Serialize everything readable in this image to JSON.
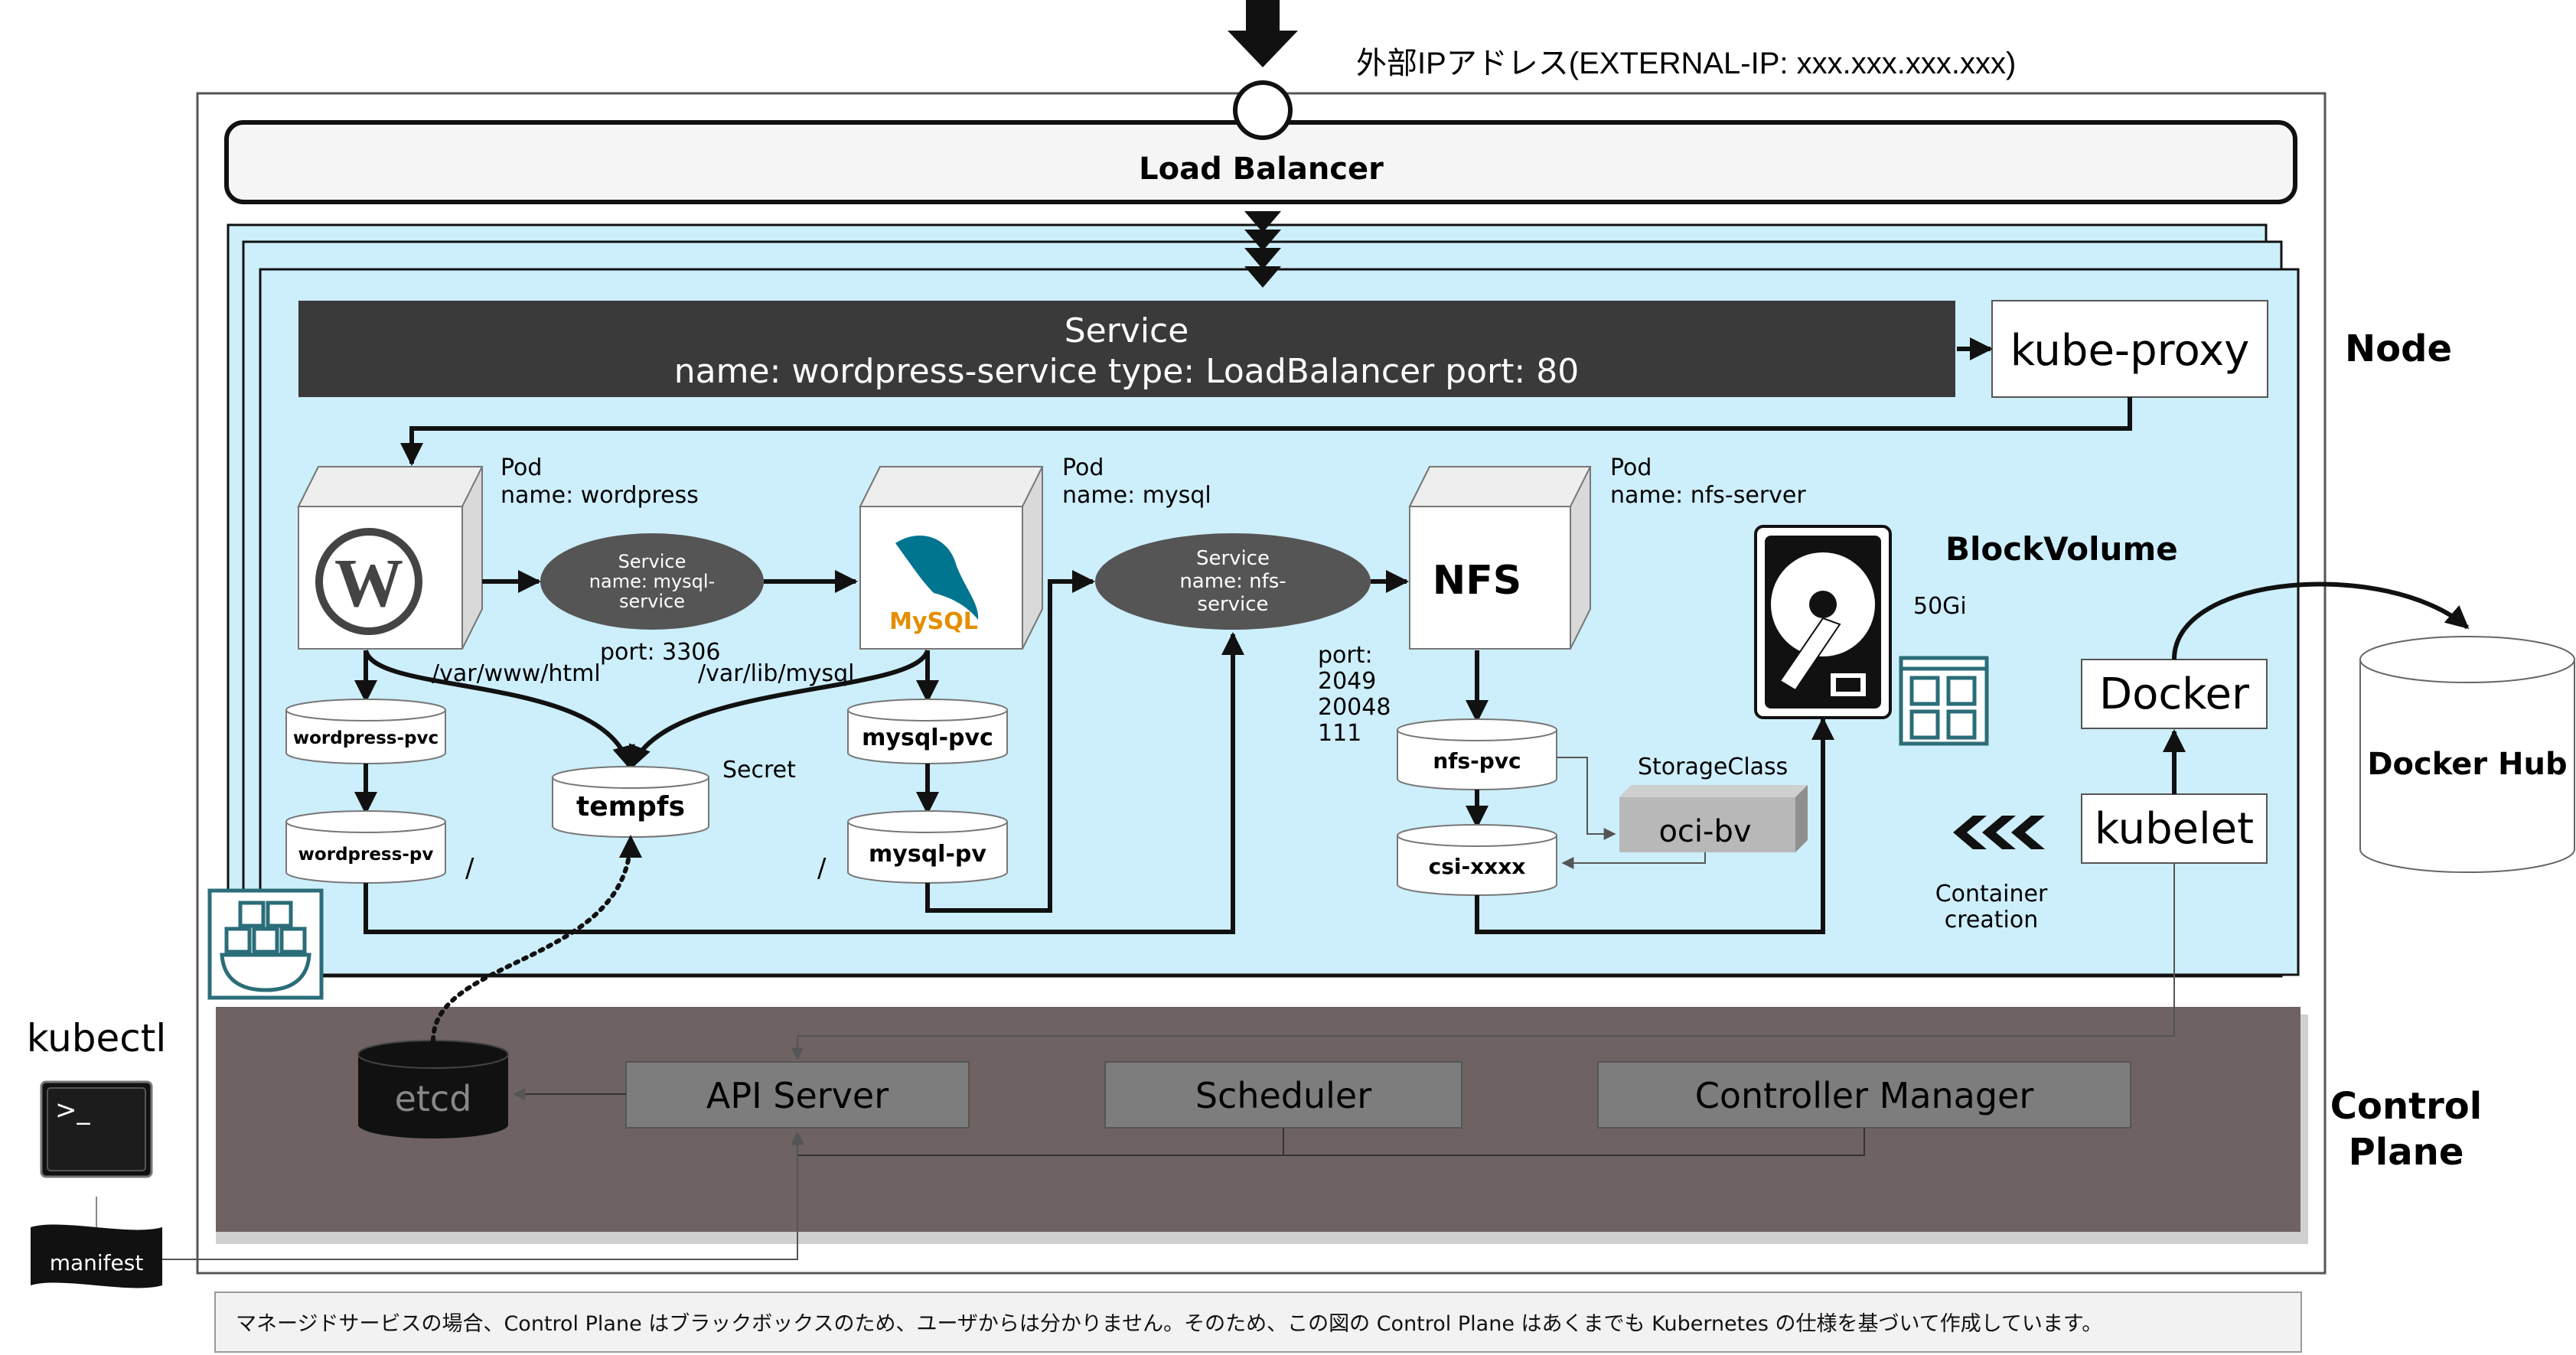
{
  "external_ip_label": "外部IPアドレス(EXTERNAL-IP:  xxx.xxx.xxx.xxx)",
  "load_balancer": "Load Balancer",
  "node_label": "Node",
  "control_plane_label_line1": "Control",
  "control_plane_label_line2": "Plane",
  "service_bar": {
    "title": "Service",
    "detail": "name: wordpress-service type: LoadBalancer port: 80"
  },
  "kube_proxy": "kube-proxy",
  "pods": {
    "wordpress": {
      "kind": "Pod",
      "name": "name: wordpress"
    },
    "mysql": {
      "kind": "Pod",
      "name": "name: mysql"
    },
    "nfs": {
      "kind": "Pod",
      "name": "name: nfs-server",
      "cube_label": "NFS"
    }
  },
  "mysql_logo_text": "MySQL",
  "mysql_service": {
    "line1": "Service",
    "line2": "name: mysql-",
    "line3": "service"
  },
  "nfs_service": {
    "line1": "Service",
    "line2": "name: nfs-",
    "line3": "service"
  },
  "port_3306": "port: 3306",
  "nfs_ports": [
    "port:",
    "2049",
    "20048",
    "111"
  ],
  "paths": {
    "www": "/var/www/html",
    "mysql": "/var/lib/mysql"
  },
  "volumes": {
    "wordpress_pvc": "wordpress-pvc",
    "wordpress_pv": "wordpress-pv",
    "tempfs": "tempfs",
    "mysql_pvc": "mysql-pvc",
    "mysql_pv": "mysql-pv",
    "nfs_pvc": "nfs-pvc",
    "csi": "csi-xxxx"
  },
  "secret_label": "Secret",
  "slash": "/",
  "storage_class_label": "StorageClass",
  "oci_bv": "oci-bv",
  "block_volume": "BlockVolume",
  "block_volume_size": "50Gi",
  "docker": "Docker",
  "kubelet": "kubelet",
  "container_creation_line1": "Container",
  "container_creation_line2": "creation",
  "docker_hub": "Docker Hub",
  "control_plane_components": {
    "etcd": "etcd",
    "api_server": "API Server",
    "scheduler": "Scheduler",
    "controller_manager": "Controller Manager"
  },
  "kubectl": "kubectl",
  "terminal_prompt": ">_",
  "manifest": "manifest",
  "footer_note": "マネージドサービスの場合、Control Plane はブラックボックスのため、ユーザからは分かりません。そのため、この図の Control Plane はあくまでも Kubernetes の仕様を基づいて作成しています。",
  "colors": {
    "node_fill": "#cdeefb",
    "service_bar": "#3a3a3a",
    "control_plane": "#6e6262",
    "cp_component": "#7d7d7d",
    "ellipse": "#555555",
    "oci_bv": "#b8b8b8",
    "teal_icon": "#2b6d78"
  }
}
